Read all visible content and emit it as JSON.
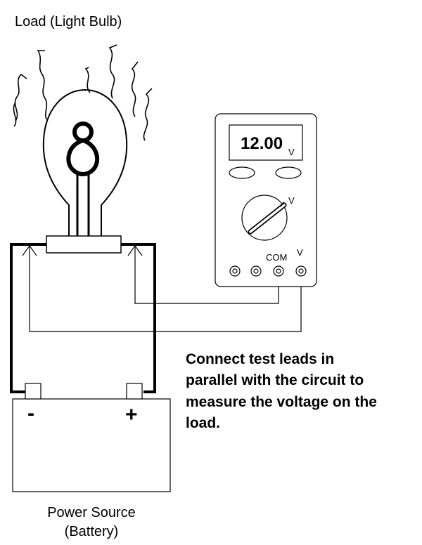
{
  "load_label": "Load (Light Bulb)",
  "source_label_line1": "Power Source",
  "source_label_line2": "(Battery)",
  "meter": {
    "reading": "12.00",
    "reading_unit": "V",
    "dial_label": "V",
    "com_label": "COM",
    "v_label": "V"
  },
  "battery": {
    "negative_symbol": "-",
    "positive_symbol": "+"
  },
  "instruction": {
    "line1": "Connect test leads in",
    "line2": "parallel with the circuit to",
    "line3": "measure the voltage on the",
    "line4": "load."
  }
}
